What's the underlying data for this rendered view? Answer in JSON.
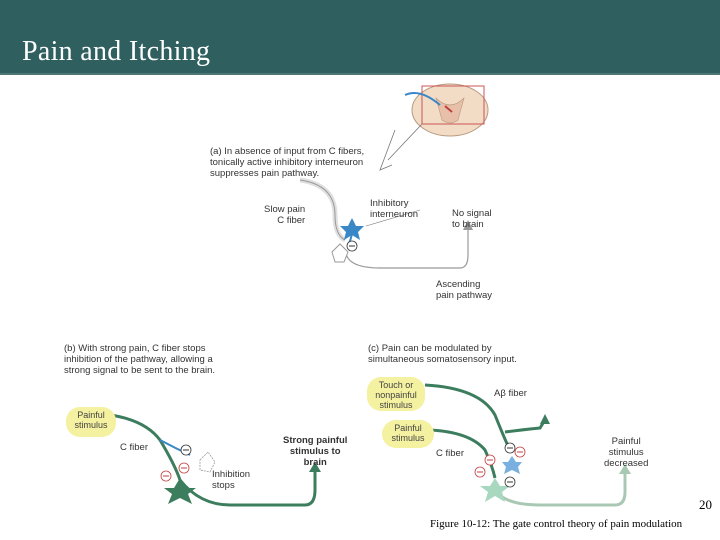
{
  "slide": {
    "title": "Pain and Itching",
    "slide_number": "20",
    "caption": "Figure 10-12: The gate control theory of pain modulation"
  },
  "panel_a": {
    "text": "(a) In absence of input from C fibers,\ntonically active inhibitory interneuron\nsuppresses pain pathway.",
    "slow_pain": "Slow pain\nC fiber",
    "inhibitory": "Inhibitory\ninterneuron",
    "no_signal": "No signal\nto brain",
    "ascending": "Ascending\npain pathway",
    "minus": "−"
  },
  "panel_b": {
    "text": "(b) With strong pain, C fiber stops\ninhibition of the pathway, allowing a\nstrong signal to be sent to the brain.",
    "stimulus": "Painful\nstimulus",
    "c_fiber": "C fiber",
    "inhibition_stops": "Inhibition\nstops",
    "strong_signal": "Strong painful\nstimulus to\nbrain"
  },
  "panel_c": {
    "text": "(c) Pain can be modulated by\nsimultaneous somatosensory input.",
    "touch": "Touch or\nnonpainful\nstimulus",
    "abeta": "Aβ fiber",
    "stimulus": "Painful\nstimulus",
    "c_fiber": "C fiber",
    "decreased": "Painful\nstimulus\ndecreased"
  },
  "colors": {
    "banner": "#2f5f5f",
    "fiber_green": "#3c7d5e",
    "fiber_blue": "#3a87c8",
    "stimulus_yellow": "#f4f1a0",
    "inhibit_red": "#c04040"
  }
}
